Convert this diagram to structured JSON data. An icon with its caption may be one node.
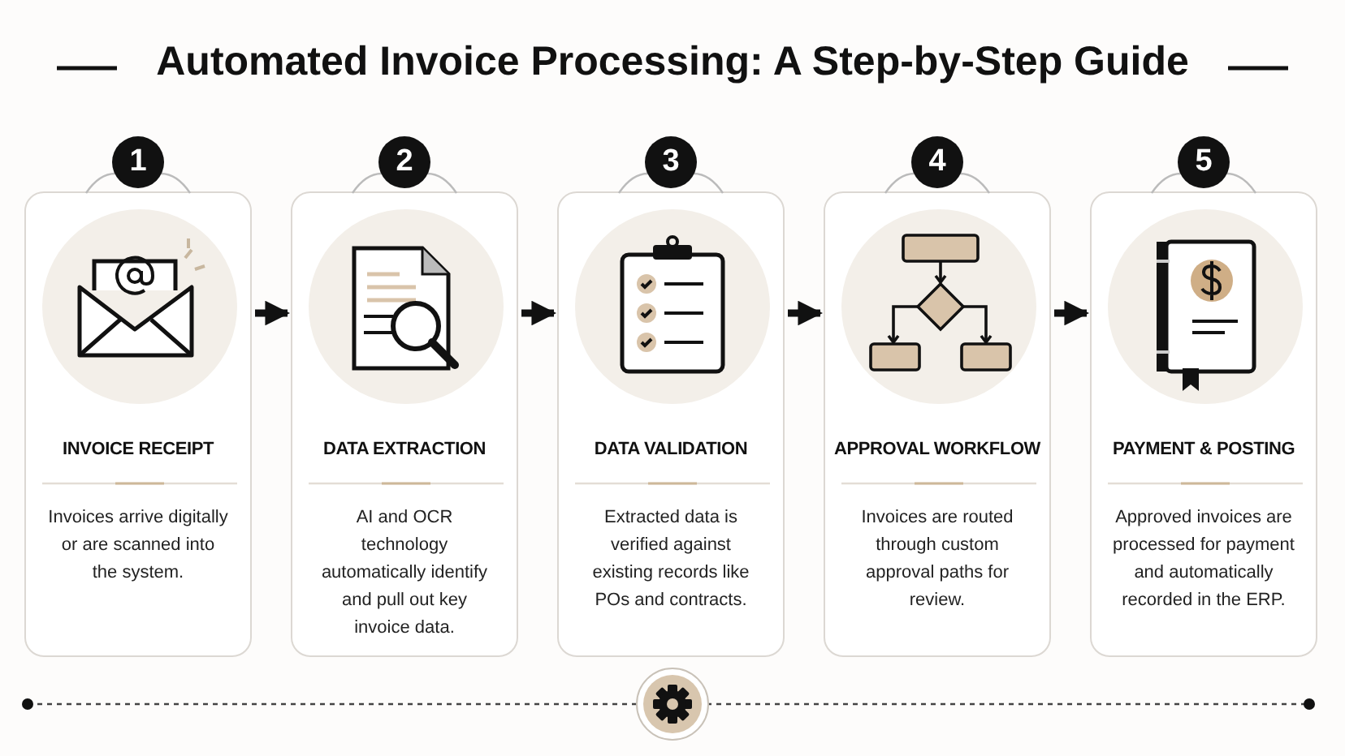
{
  "diagram": {
    "title": "Automated Invoice Processing: A Step-by-Step Guide",
    "nodes": [
      {
        "text": [
          "INVOICE RECEIPT",
          "Invoices arrive digitally or are scanned into the system."
        ],
        "beside": [
          "1"
        ]
      },
      {
        "text": [
          "DATA EXTRACTION",
          "AI and OCR technology automatically identify and pull out key invoice data."
        ],
        "beside": [
          "2"
        ]
      },
      {
        "text": [
          "DATA VALIDATION",
          "Extracted data is verified against existing records like POs and contracts."
        ],
        "beside": [
          "3"
        ]
      },
      {
        "text": [
          "APPROVAL WORKFLOW",
          "Invoices are routed through custom approval paths for review."
        ],
        "beside": [
          "4"
        ]
      },
      {
        "text": [
          "PAYMENT & POSTING",
          "Approved invoices are processed for payment and automatically recorded in the ERP."
        ],
        "beside": [
          "5"
        ]
      }
    ],
    "edges": [
      {
        "from": 0,
        "to": 1,
        "arrow": "to"
      },
      {
        "from": 1,
        "to": 2,
        "arrow": "to"
      },
      {
        "from": 2,
        "to": 3,
        "arrow": "to"
      },
      {
        "from": 3,
        "to": 4,
        "arrow": "to"
      }
    ]
  }
}
